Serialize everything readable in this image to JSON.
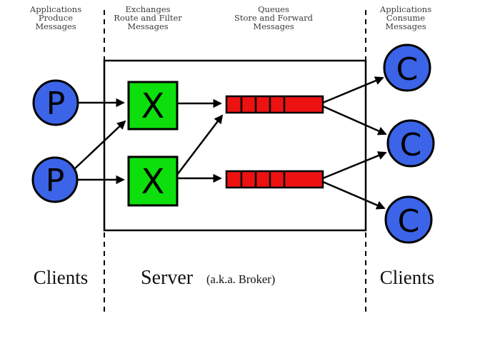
{
  "top_labels": [
    {
      "lines": [
        "Applications",
        "Produce",
        "Messages"
      ]
    },
    {
      "lines": [
        "Exchanges",
        "Route and Filter",
        "Messages"
      ]
    },
    {
      "lines": [
        "Queues",
        "Store and Forward",
        "Messages"
      ]
    },
    {
      "lines": [
        "Applications",
        "Consume",
        "Messages"
      ]
    }
  ],
  "nodes": {
    "producers": [
      {
        "label": "P"
      },
      {
        "label": "P"
      }
    ],
    "exchanges": [
      {
        "label": "X"
      },
      {
        "label": "X"
      }
    ],
    "queues": [
      {
        "cells": 5
      },
      {
        "cells": 5
      }
    ],
    "consumers": [
      {
        "label": "C"
      },
      {
        "label": "C"
      },
      {
        "label": "C"
      }
    ]
  },
  "bottom_labels": {
    "clients_left": "Clients",
    "server": "Server",
    "server_note": "(a.k.a. Broker)",
    "clients_right": "Clients"
  },
  "colors": {
    "producer_consumer_fill": "#3b64e8",
    "exchange_fill": "#0ddf0d",
    "queue_fill": "#ed1212",
    "outline": "#000000",
    "top_label_text": "#3a3a3a",
    "bottom_label_text": "#111111"
  }
}
